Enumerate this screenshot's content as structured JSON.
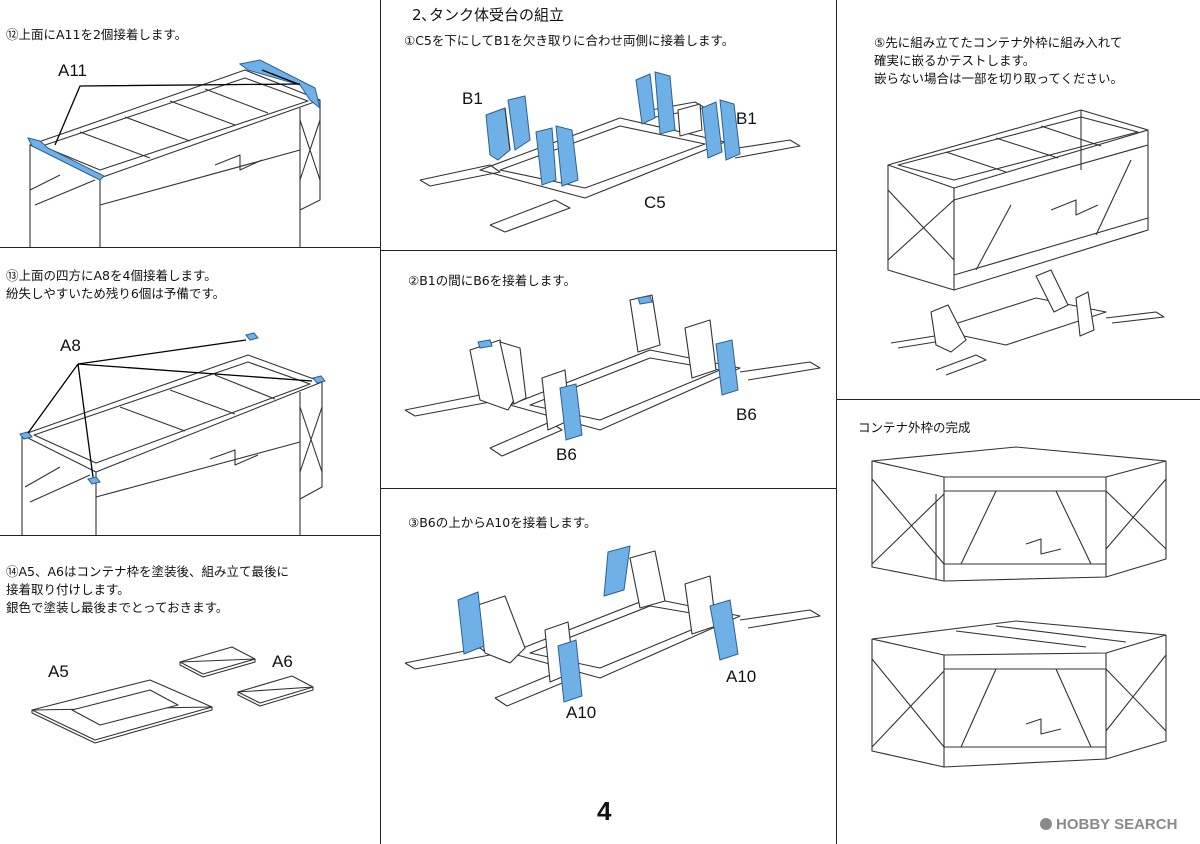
{
  "page_number": "4",
  "watermark": "HOBBY SEARCH",
  "section_title": "2､タンク体受台の組立",
  "steps": [
    {
      "id": "step12",
      "text": "⑫上面にA11を2個接着します。",
      "parts": [
        "A11"
      ]
    },
    {
      "id": "step13",
      "text": "⑬上面の四方にA8を4個接着します。\n紛失しやすいため残り6個は予備です。",
      "parts": [
        "A8"
      ]
    },
    {
      "id": "step14",
      "text": "⑭A5、A6はコンテナ枠を塗装後、組み立て最後に\n接着取り付けします。\n銀色で塗装し最後までとっておきます。",
      "parts": [
        "A5",
        "A6"
      ]
    },
    {
      "id": "stepT1",
      "text": "①C5を下にしてB1を欠き取りに合わせ両側に接着します。",
      "parts": [
        "B1",
        "B1",
        "C5"
      ]
    },
    {
      "id": "stepT2",
      "text": "②B1の間にB6を接着します。",
      "parts": [
        "B6",
        "B6"
      ]
    },
    {
      "id": "stepT3",
      "text": "③B6の上からA10を接着します。",
      "parts": [
        "A10",
        "A10"
      ]
    },
    {
      "id": "stepT5",
      "text": "⑤先に組み立てたコンテナ外枠に組み入れて\n確実に嵌るかテストします。\n嵌らない場合は一部を切り取ってください。"
    },
    {
      "id": "complete",
      "text": "コンテナ外枠の完成"
    }
  ],
  "colors": {
    "part_highlight": "#6fb1e6",
    "line": "#222222",
    "watermark": "#8a8a8a"
  }
}
